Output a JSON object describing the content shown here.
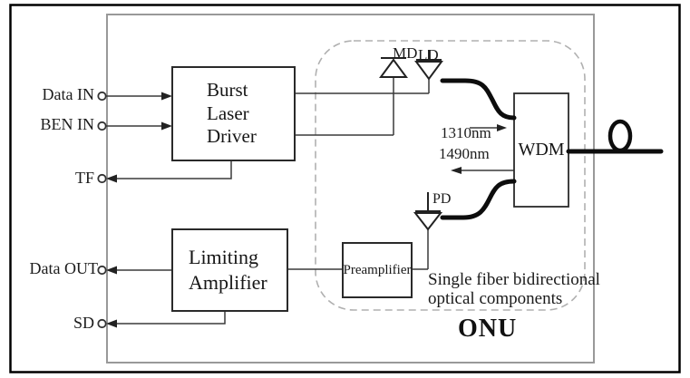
{
  "ports": {
    "data_in": "Data IN",
    "ben_in": "BEN IN",
    "tf": "TF",
    "data_out": "Data OUT",
    "sd": "SD"
  },
  "blocks": {
    "burst_laser_driver": {
      "line1": "Burst",
      "line2": "Laser",
      "line3": "Driver"
    },
    "limiting_amplifier": {
      "line1": "Limiting",
      "line2": "Amplifier"
    },
    "preamplifier": "Preamplifier",
    "wdm": "WDM"
  },
  "diodes": {
    "md": "MD",
    "ld": "LD",
    "pd": "PD"
  },
  "wavelengths": {
    "upstream": "1310nm",
    "downstream": "1490nm"
  },
  "notes": {
    "optical_line1": "Single fiber bidirectional",
    "optical_line2": "optical components",
    "unit": "ONU"
  },
  "colors": {
    "frame": "#000000",
    "onu_boundary": "#999999",
    "dashed_border": "#b0b0b0",
    "signal_line": "#3a3a3a",
    "fiber": "#0d0d0d",
    "text": "#1c1c1c",
    "background": "#ffffff"
  }
}
